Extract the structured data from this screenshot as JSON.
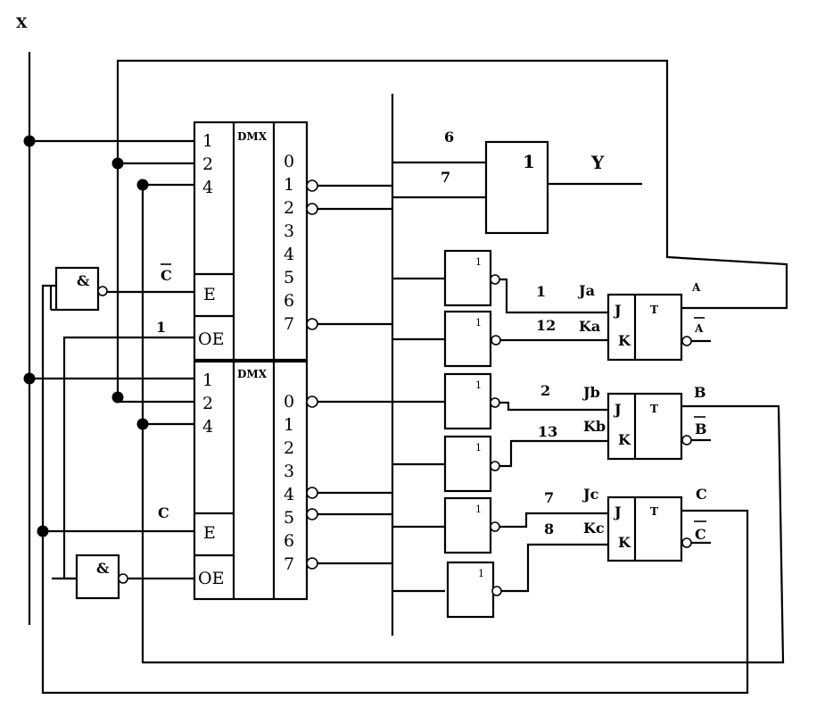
{
  "inputs": {
    "x": "X"
  },
  "output": {
    "y": "Y"
  },
  "dmx": {
    "title": "DMX",
    "address_inputs": [
      "1",
      "2",
      "4"
    ],
    "enable": "E",
    "output_enable": "OE",
    "outputs": [
      "0",
      "1",
      "2",
      "3",
      "4",
      "5",
      "6",
      "7"
    ]
  },
  "gates": {
    "and_symbol": "&",
    "or_symbol": "1",
    "not_symbol": "1"
  },
  "wire_labels": {
    "c_bar": "C",
    "c": "C",
    "oe_top": "1",
    "or_in_a": "6",
    "or_in_b": "7",
    "ja_num": "1",
    "ka_num": "12",
    "jb_num": "2",
    "kb_num": "13",
    "jc_num": "7",
    "kc_num": "8"
  },
  "flipflops": [
    {
      "j_name": "Ja",
      "k_name": "Ka",
      "q": "A",
      "q_bar": "A"
    },
    {
      "j_name": "Jb",
      "k_name": "Kb",
      "q": "B",
      "q_bar": "B"
    },
    {
      "j_name": "Jc",
      "k_name": "Kc",
      "q": "C",
      "q_bar": "C"
    }
  ],
  "flipflop_pins": {
    "j": "J",
    "k": "K",
    "t": "T"
  }
}
